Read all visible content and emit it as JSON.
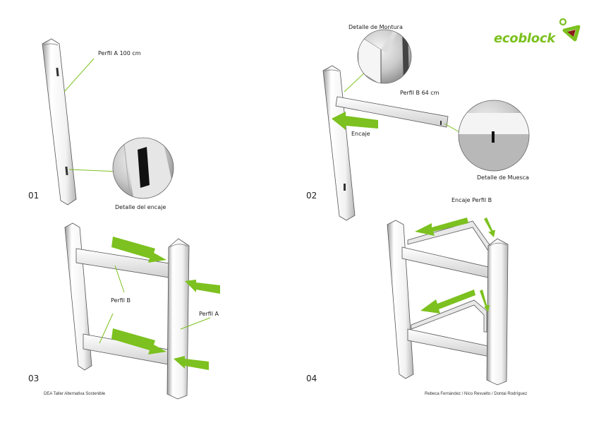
{
  "brand": {
    "name": "ecoblock",
    "accent": "#7cc11f"
  },
  "steps": [
    "01",
    "02",
    "03",
    "04"
  ],
  "labels": {
    "perfil_a_100": "Perfil A 100 cm",
    "detalle_encaje": "Detalle del encaje",
    "detalle_montura": "Detalle de Montura",
    "perfil_b_64": "Perfil B 64 cm",
    "encaje": "Encaje",
    "detalle_muesca": "Detalle de Muesca",
    "perfil_b": "Perfil B",
    "perfil_a": "Perfil A",
    "encaje_perfil_b": "Encaje Perfil B"
  },
  "footer": {
    "left": "DEA Taller Alternativa Sostenible",
    "right": "Rebeca Fernández / Nico Revuelto / Dontai Rodríguez"
  },
  "icons": [
    "ecoblock-logo-icon",
    "arrow-icon",
    "zoom-detail-icon"
  ]
}
